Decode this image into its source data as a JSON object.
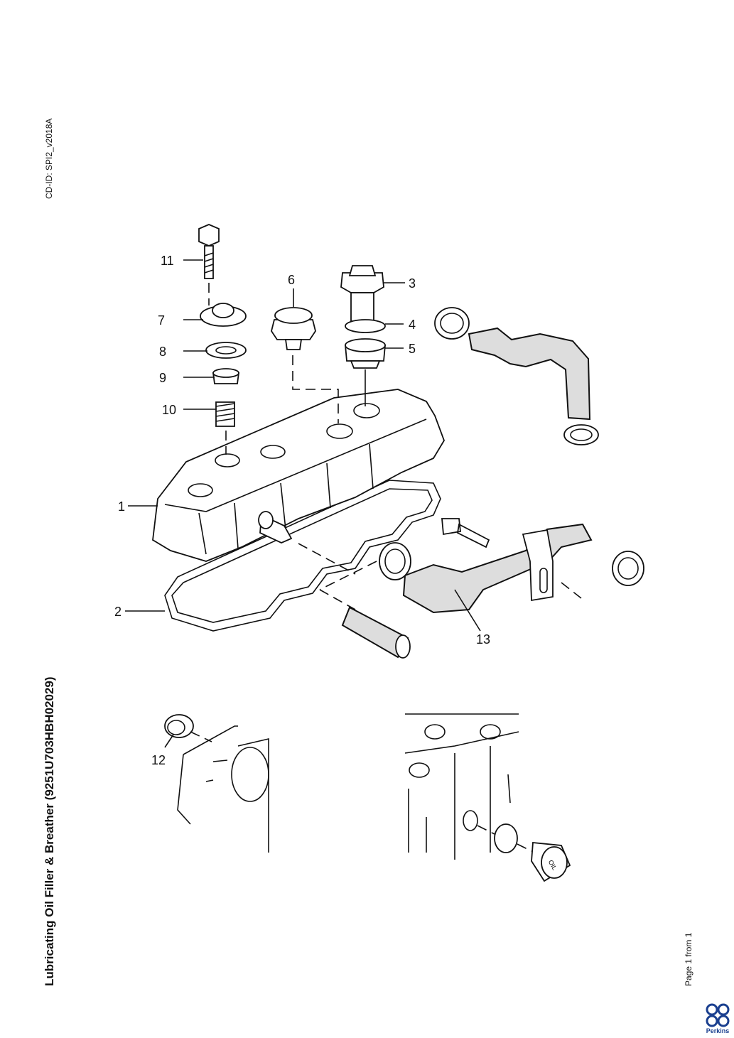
{
  "document": {
    "cd_id": "CD-ID: SPI2_v2018A",
    "title": "Lubricating Oil Filler & Breather (9251U703HBH02029)",
    "page": "Page 1 from 1",
    "brand": "Perkins"
  },
  "part_labels": [
    "11",
    "6",
    "3",
    "7",
    "4",
    "8",
    "5",
    "9",
    "10",
    "1",
    "2",
    "13",
    "12"
  ],
  "cap_marking": "OIL",
  "colors": {
    "text": "#111111",
    "brand": "#1a3f8f",
    "background": "#ffffff"
  }
}
